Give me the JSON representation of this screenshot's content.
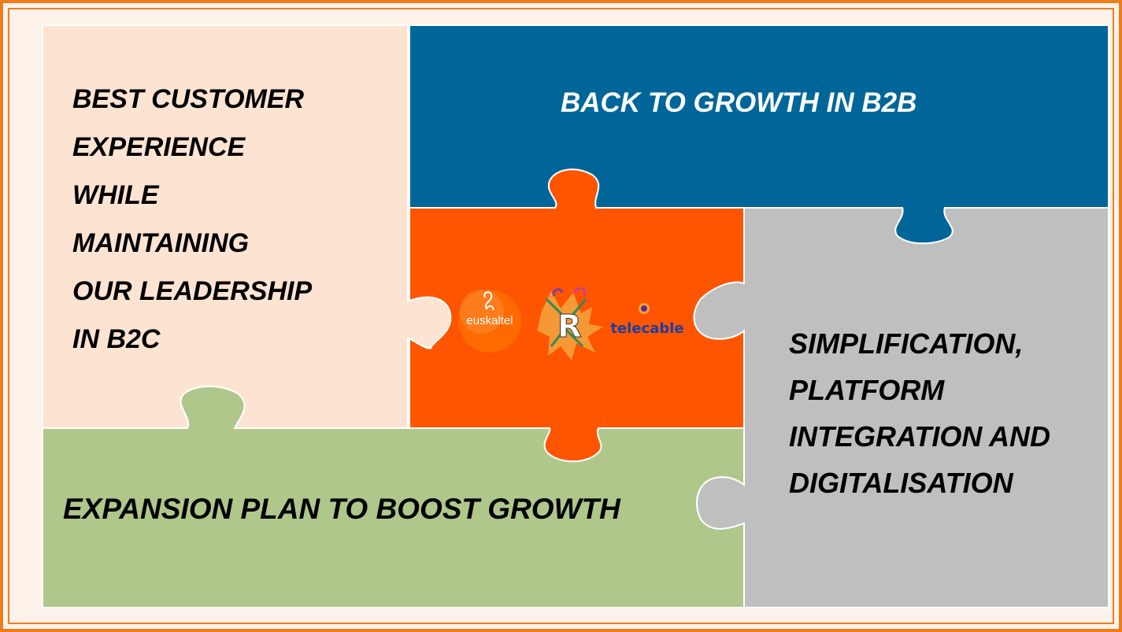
{
  "frame": {
    "border_color": "#ef7d1d",
    "background": "#fdf3ea"
  },
  "pieces": {
    "b2c": {
      "lines": [
        "BEST CUSTOMER",
        "EXPERIENCE",
        "WHILE",
        "MAINTAINING",
        "OUR LEADERSHIP",
        "IN B2C"
      ],
      "color": "#fde4d2"
    },
    "b2b": {
      "label": "BACK TO GROWTH IN B2B",
      "color": "#006699"
    },
    "simplification": {
      "lines": [
        "SIMPLIFICATION,",
        "PLATFORM",
        "INTEGRATION AND",
        "DIGITALISATION"
      ],
      "color": "#bfbfbf"
    },
    "expansion": {
      "label": "EXPANSION PLAN TO BOOST GROWTH",
      "color": "#afc78b"
    },
    "center": {
      "color": "#ff5500",
      "logos": [
        {
          "name": "euskaltel",
          "text": "euskaltel"
        },
        {
          "name": "r",
          "text": "R"
        },
        {
          "name": "telecable",
          "text": "telecable"
        }
      ]
    }
  }
}
